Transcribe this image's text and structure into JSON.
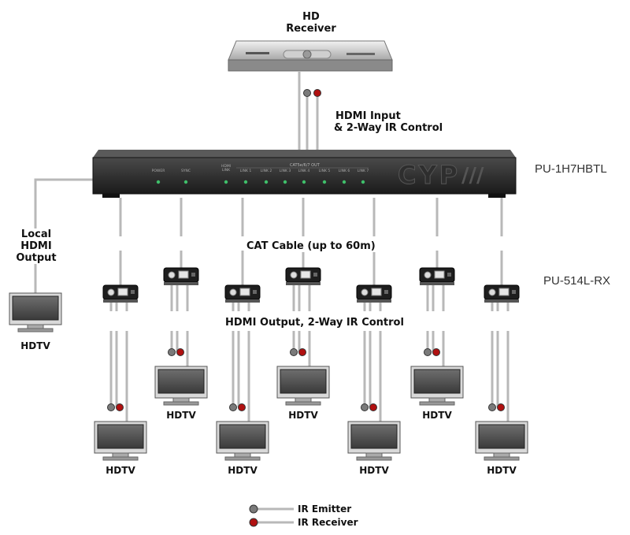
{
  "source": {
    "title_line1": "HD",
    "title_line2": "Receiver"
  },
  "input_label": {
    "line1": "HDMI Input",
    "line2": "& 2-Way IR Control"
  },
  "transmitter": {
    "model": "PU-1H7HBTL",
    "led_labels": [
      "POWER",
      "SYNC",
      "HDMI\nLINK",
      "LINK 1",
      "LINK 2",
      "LINK 3",
      "LINK 4",
      "LINK 5",
      "LINK 6",
      "LINK 7"
    ],
    "group_label": "CAT5e/6/7 OUT",
    "logo": "CYP"
  },
  "local_output": {
    "line1": "Local",
    "line2": "HDMI",
    "line3": "Output"
  },
  "cat_label": "CAT Cable (up to 60m)",
  "receiver_model": "PU-514L-RX",
  "hdmi_out_label": "HDMI Output, 2-Way IR Control",
  "hdtv_label": "HDTV",
  "legend": {
    "emitter": "IR Emitter",
    "receiver": "IR Receiver"
  },
  "colors": {
    "emitter": "#7a7a7a",
    "receiver": "#b01010",
    "device": "#2b2b2b",
    "cable": "#b8b8b8"
  }
}
